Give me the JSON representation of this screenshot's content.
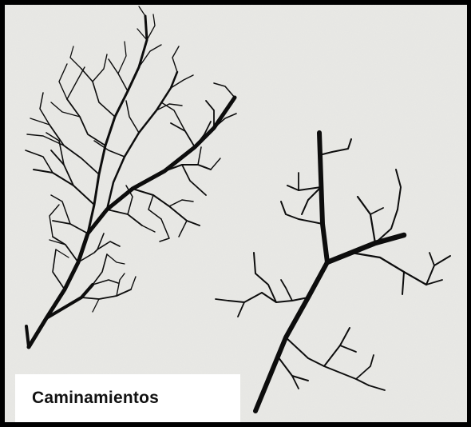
{
  "caption": "Caminamientos",
  "colors": {
    "frame": "#000000",
    "paper": "#e8e8e5",
    "ink": "#0d0d0d",
    "label_background": "#ffffff"
  },
  "figures": [
    {
      "name": "fine-branching-network"
    },
    {
      "name": "coarse-branching-network"
    }
  ]
}
